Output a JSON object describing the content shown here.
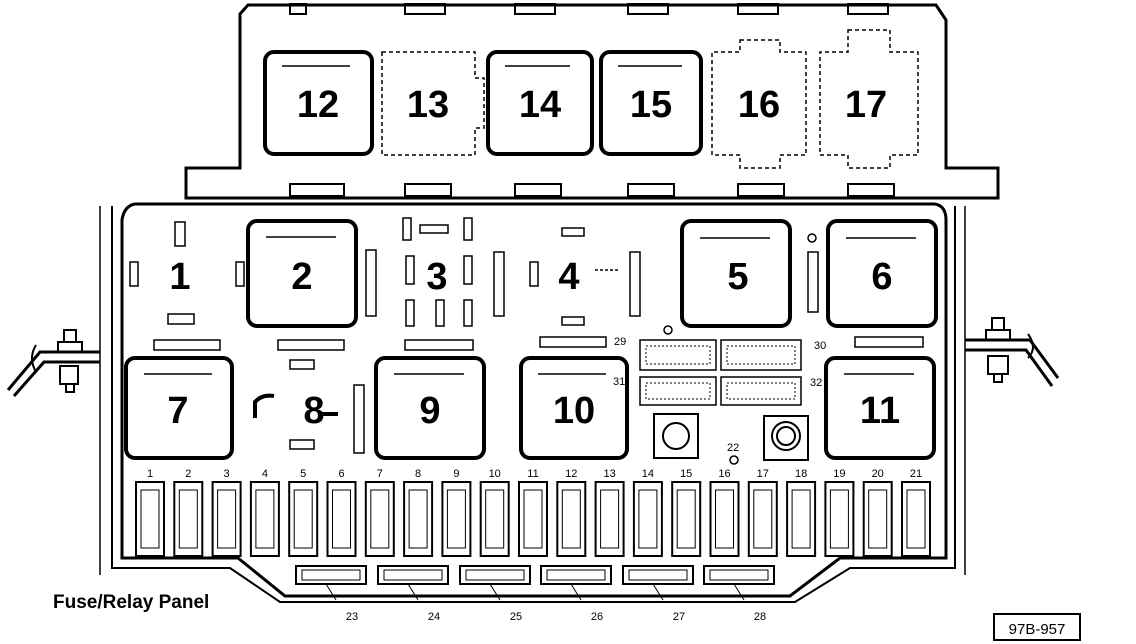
{
  "panel_title": "Fuse/Relay Panel",
  "figure_code": "97B-957",
  "relays": {
    "upper_row": [
      {
        "label": "12",
        "outline": "solid"
      },
      {
        "label": "13",
        "outline": "dashed"
      },
      {
        "label": "14",
        "outline": "solid"
      },
      {
        "label": "15",
        "outline": "solid"
      },
      {
        "label": "16",
        "outline": "dashed"
      },
      {
        "label": "17",
        "outline": "dashed"
      }
    ],
    "main_row1": [
      {
        "label": "1",
        "outline": "none"
      },
      {
        "label": "2",
        "outline": "solid"
      },
      {
        "label": "3",
        "outline": "none"
      },
      {
        "label": "4",
        "outline": "none"
      },
      {
        "label": "5",
        "outline": "solid"
      },
      {
        "label": "6",
        "outline": "solid"
      }
    ],
    "main_row2": [
      {
        "label": "7",
        "outline": "solid"
      },
      {
        "label": "8",
        "outline": "none"
      },
      {
        "label": "9",
        "outline": "solid"
      },
      {
        "label": "10",
        "outline": "solid"
      },
      {
        "label": "11",
        "outline": "solid"
      }
    ]
  },
  "small_labels": [
    "29",
    "30",
    "31",
    "32",
    "22"
  ],
  "fuse_numbers": [
    "1",
    "2",
    "3",
    "4",
    "5",
    "6",
    "7",
    "8",
    "9",
    "10",
    "11",
    "12",
    "13",
    "14",
    "15",
    "16",
    "17",
    "18",
    "19",
    "20",
    "21"
  ],
  "bottom_slot_labels": [
    "23",
    "24",
    "25",
    "26",
    "27",
    "28"
  ],
  "colors": {
    "ink": "#000000",
    "paper": "#ffffff"
  }
}
